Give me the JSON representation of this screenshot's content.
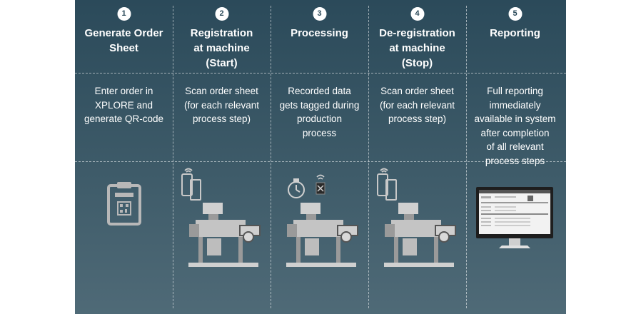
{
  "steps": [
    {
      "number": "1",
      "title": "Generate Order\nSheet",
      "description": "Enter order in\nXPLORE and\ngenerate QR-code"
    },
    {
      "number": "2",
      "title": "Registration\nat machine\n(Start)",
      "description": "Scan order sheet\n(for each relevant\nprocess step)"
    },
    {
      "number": "3",
      "title": "Processing",
      "description": "Recorded data\ngets tagged during\nproduction\nprocess"
    },
    {
      "number": "4",
      "title": "De-registration\nat machine\n(Stop)",
      "description": "Scan order sheet\n(for each relevant\nprocess step)"
    },
    {
      "number": "5",
      "title": "Reporting",
      "description": "Full reporting\nimmediately\navailable in system\nafter completion\nof all relevant\nprocess steps"
    }
  ],
  "icons": [
    "clipboard-qr-icon",
    "phone-scan-icon",
    "machine-icon",
    "stopwatch-icon",
    "tag-icon",
    "monitor-report-icon"
  ],
  "colors": {
    "background": "#2b4a5a",
    "icon_gray": "#b8b8b8",
    "text": "#ffffff"
  }
}
